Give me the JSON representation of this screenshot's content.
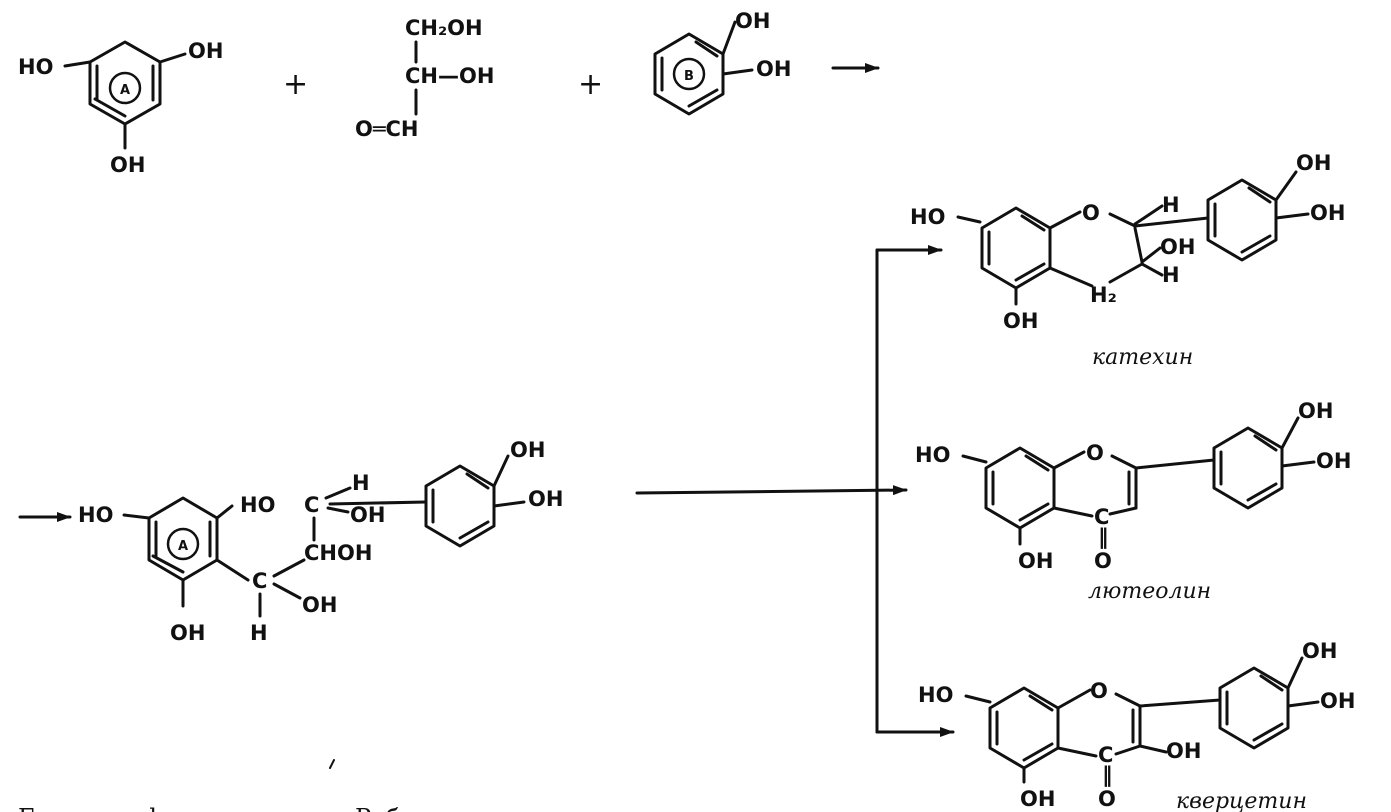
{
  "labels": {
    "ho": "HO",
    "oh": "OH",
    "ring_a": "A",
    "ring_b": "B",
    "plus": "+",
    "ch2oh": "CH₂OH",
    "ch_oh": "CH—OH",
    "o_ch": "O═CH",
    "c": "C",
    "h": "H",
    "chohoh": "CHOH",
    "o": "O",
    "h2": "H₂",
    "dbl_o": "‖"
  },
  "products": {
    "catechin": "катехин",
    "luteolin": "лютеолин",
    "quercetin": "кверцетин"
  },
  "caption": "Биогенез флавоноидов по Робинсону"
}
